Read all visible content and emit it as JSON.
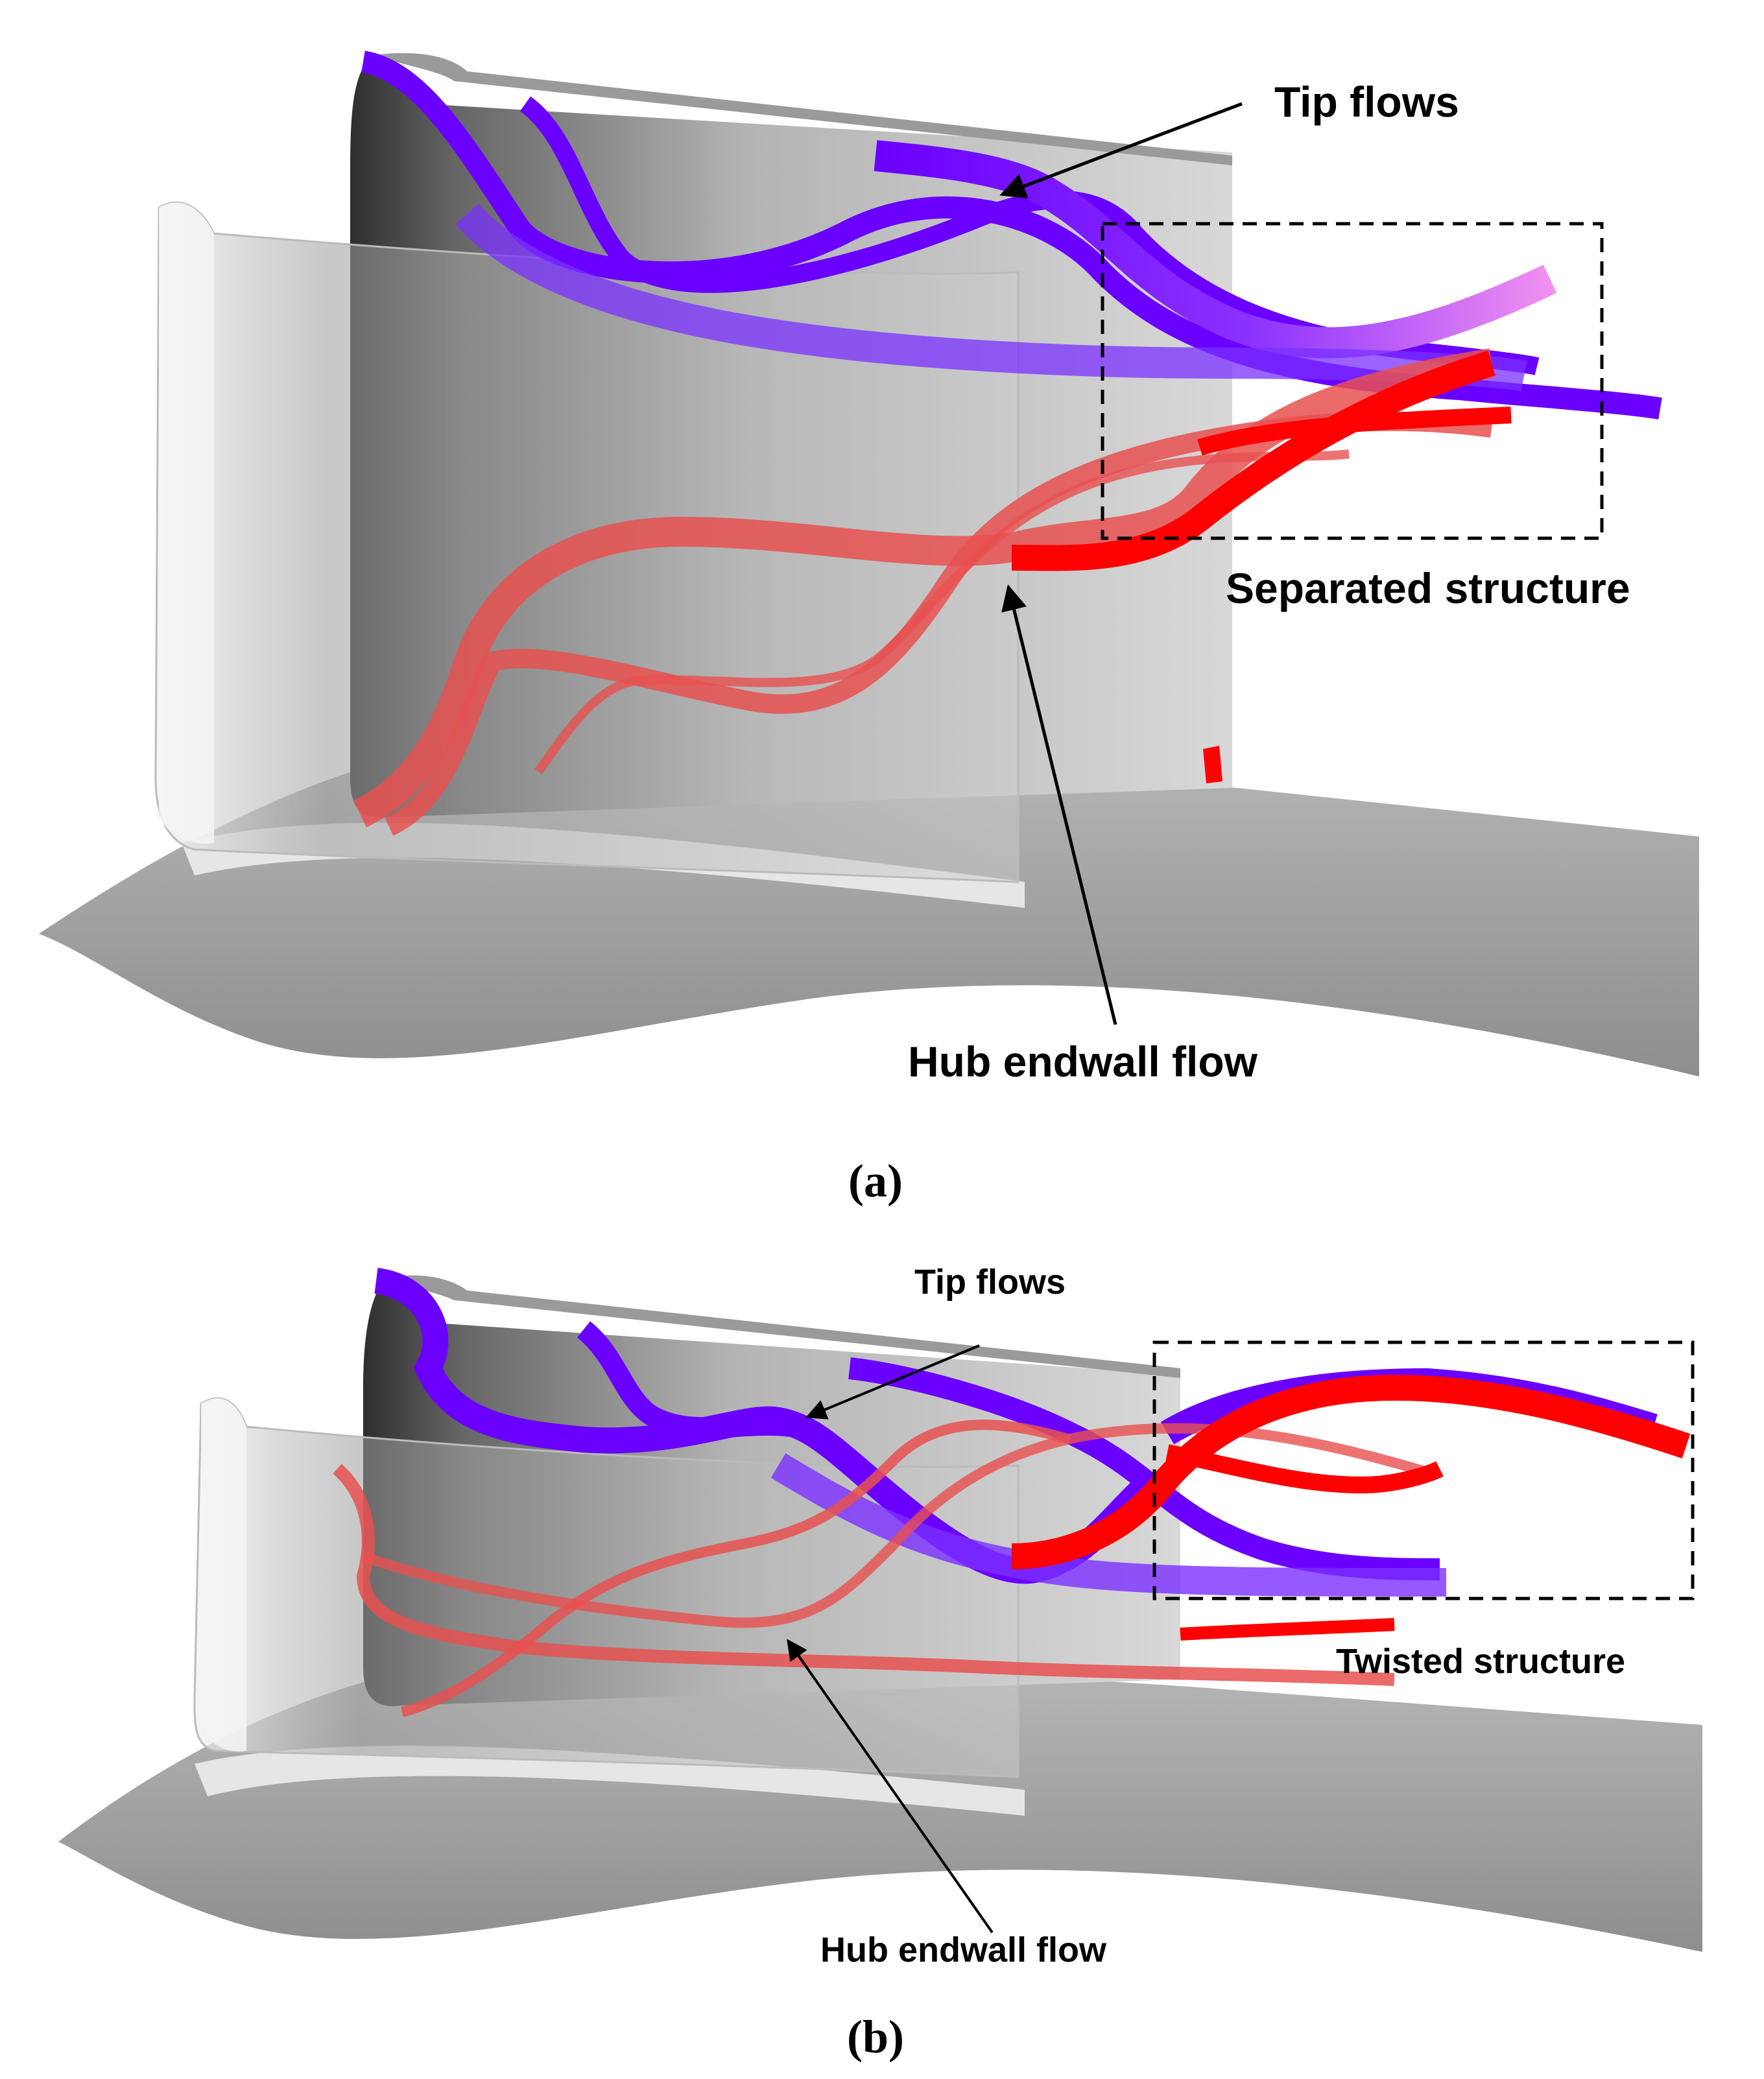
{
  "panels": [
    {
      "caption": "(a)",
      "labels": {
        "tip": "Tip flows",
        "structure": "Separated structure",
        "hub": "Hub endwall flow"
      }
    },
    {
      "caption": "(b)",
      "labels": {
        "tip": "Tip flows",
        "structure": "Twisted structure",
        "hub": "Hub endwall flow"
      }
    }
  ],
  "colors": {
    "tip_flow": "#6a00ff",
    "tip_flow_light": "#f090f0",
    "hub_flow": "#ff0000",
    "surface_dark": "#3a3a3a",
    "surface_light": "#dddddd",
    "endwall": "#a8a8a8"
  }
}
